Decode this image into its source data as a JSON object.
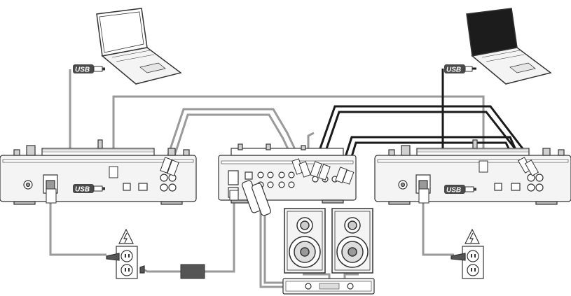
{
  "usb_badges": [
    {
      "label": "USB"
    },
    {
      "label": "USB"
    },
    {
      "label": "USB"
    },
    {
      "label": "USB"
    }
  ],
  "colors": {
    "gray_cable": "#9a9a9a",
    "black_cable": "#1a1a1a",
    "outline": "#333333",
    "device_fill": "#f4f4f4",
    "laptop_screen_light": "#ffffff",
    "laptop_screen_dark": "#1c1c1c",
    "badge_fill": "#4a4a4a"
  },
  "icons": [
    "laptop-icon",
    "turntable-icon",
    "mixer-icon",
    "speaker-icon",
    "amplifier-icon",
    "power-outlet-icon",
    "warning-icon",
    "power-adapter-icon"
  ]
}
